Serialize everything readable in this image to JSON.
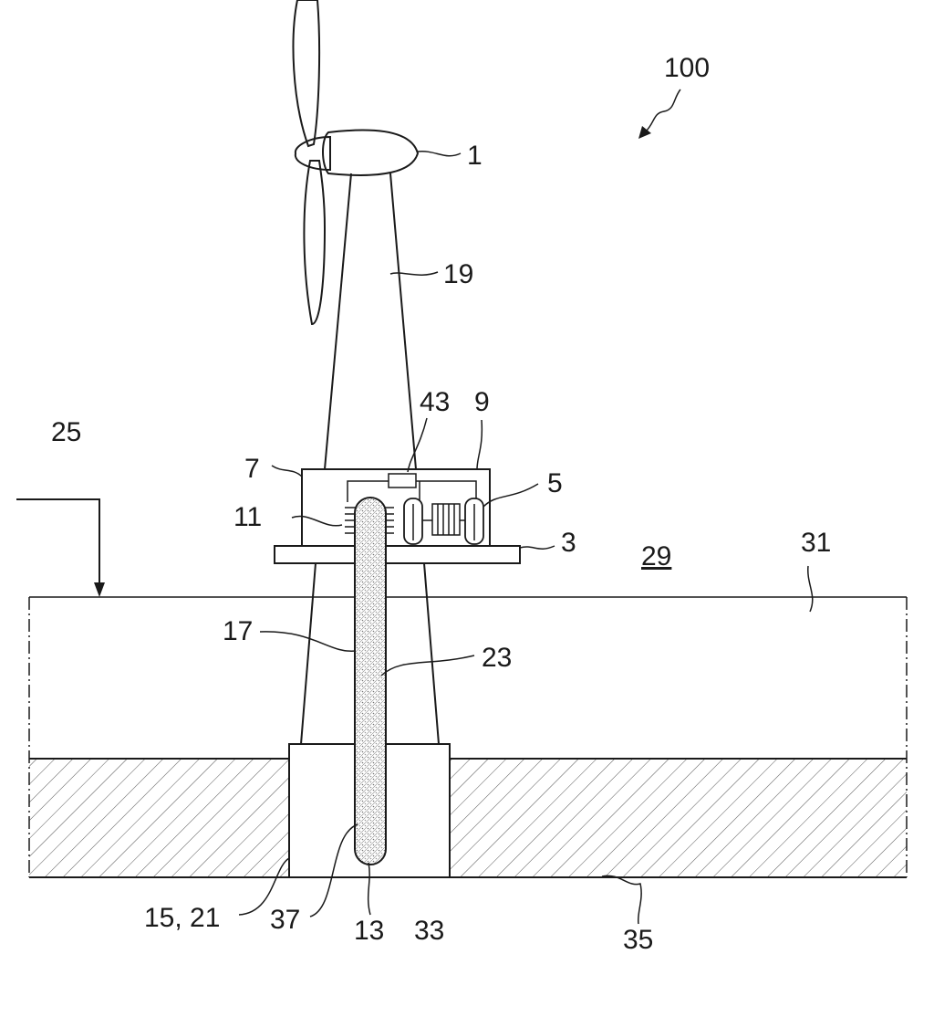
{
  "figure": {
    "labels": {
      "system": "100",
      "nacelle": "1",
      "tower": "19",
      "platform": "3",
      "winch": "5",
      "housing_left": "7",
      "housing_right": "9",
      "drive": "11",
      "end": "13",
      "foundation": "15, 21",
      "cable_outer": "17",
      "cable_inner": "23",
      "arrow_label": "25",
      "air": "29",
      "water": "31",
      "pile": "33",
      "seabed": "35",
      "cable_bend": "37",
      "controller": "43"
    }
  }
}
